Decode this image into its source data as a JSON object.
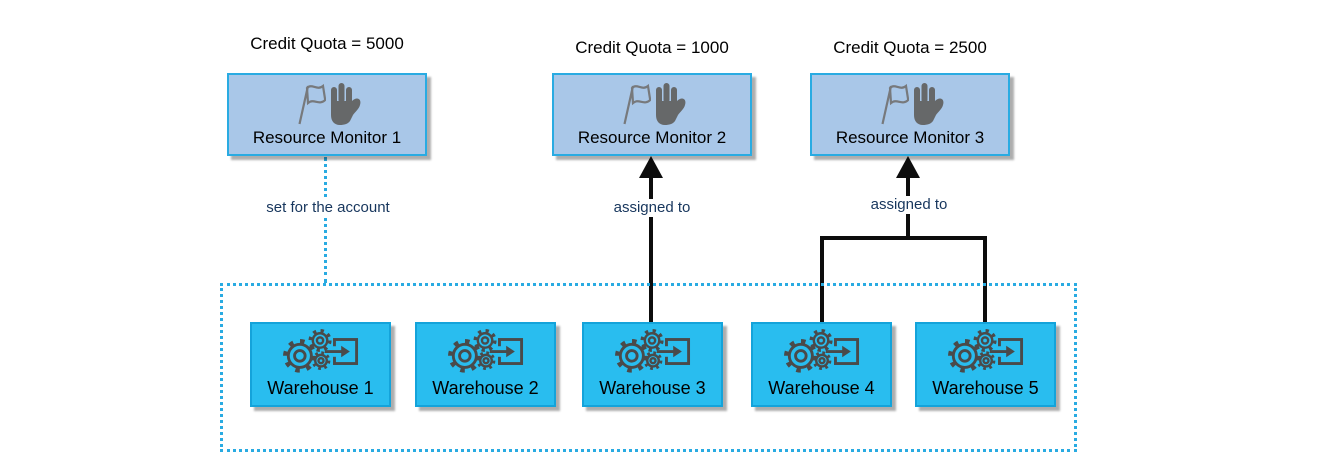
{
  "monitors": [
    {
      "quota": "Credit Quota = 5000",
      "name": "Resource Monitor 1"
    },
    {
      "quota": "Credit Quota = 1000",
      "name": "Resource Monitor 2"
    },
    {
      "quota": "Credit Quota = 2500",
      "name": "Resource Monitor 3"
    }
  ],
  "warehouses": [
    {
      "name": "Warehouse 1"
    },
    {
      "name": "Warehouse 2"
    },
    {
      "name": "Warehouse 3"
    },
    {
      "name": "Warehouse 4"
    },
    {
      "name": "Warehouse 5"
    }
  ],
  "edges": [
    {
      "label": "set for the account",
      "style": "dotted-cyan",
      "from": "Resource Monitor 1",
      "to": "account warehouse group"
    },
    {
      "label": "assigned to",
      "style": "solid-black-arrow",
      "from": "Warehouse 3",
      "to": "Resource Monitor 2"
    },
    {
      "label": "assigned to",
      "style": "solid-black-arrow",
      "from": "Warehouse 4, Warehouse 5",
      "to": "Resource Monitor 3"
    }
  ],
  "icons": {
    "monitor": [
      "flag-icon",
      "hand-icon"
    ],
    "warehouse": [
      "gears-icon",
      "import-arrow-icon"
    ]
  },
  "colors": {
    "background": "#ffffff",
    "accent_cyan": "#29abe2",
    "monitor_fill": "#a9c7e8",
    "monitor_border": "#29abe2",
    "warehouse_fill": "#29bdef",
    "warehouse_border": "#14a3da",
    "connector_black": "#0d0d0d",
    "edge_label_navy": "#17365d",
    "icon_gray": "#6e7072",
    "gear_gray": "#4a4a4a"
  }
}
